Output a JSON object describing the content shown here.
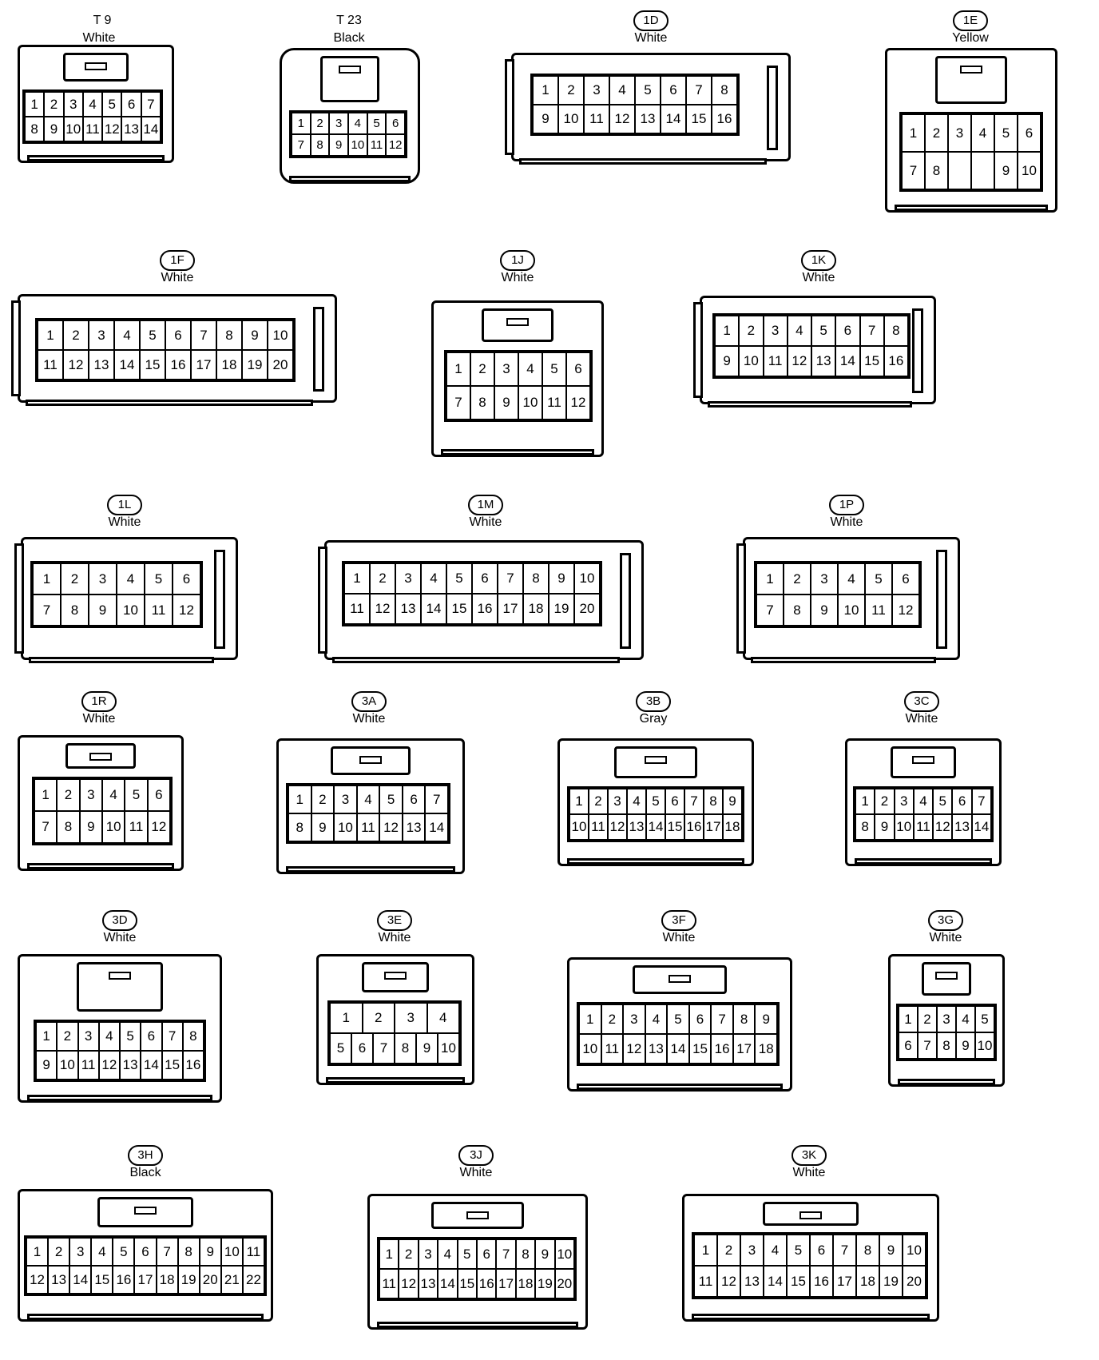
{
  "connectors": [
    {
      "id": "T 9",
      "plain": true,
      "color": "White",
      "rows": [
        [
          "1",
          "2",
          "3",
          "4",
          "5",
          "6",
          "7"
        ],
        [
          "8",
          "9",
          "10",
          "11",
          "12",
          "13",
          "14"
        ]
      ]
    },
    {
      "id": "T 23",
      "plain": true,
      "color": "Black",
      "rows": [
        [
          "1",
          "2",
          "3",
          "4",
          "5",
          "6"
        ],
        [
          "7",
          "8",
          "9",
          "10",
          "11",
          "12"
        ]
      ]
    },
    {
      "id": "1D",
      "plain": false,
      "color": "White",
      "rows": [
        [
          "1",
          "2",
          "3",
          "4",
          "5",
          "6",
          "7",
          "8"
        ],
        [
          "9",
          "10",
          "11",
          "12",
          "13",
          "14",
          "15",
          "16"
        ]
      ]
    },
    {
      "id": "1E",
      "plain": false,
      "color": "Yellow",
      "rows": [
        [
          "1",
          "2",
          "3",
          "4",
          "5",
          "6"
        ],
        [
          "7",
          "8",
          "",
          "",
          "9",
          "10"
        ]
      ]
    },
    {
      "id": "1F",
      "plain": false,
      "color": "White",
      "rows": [
        [
          "1",
          "2",
          "3",
          "4",
          "5",
          "6",
          "7",
          "8",
          "9",
          "10"
        ],
        [
          "11",
          "12",
          "13",
          "14",
          "15",
          "16",
          "17",
          "18",
          "19",
          "20"
        ]
      ]
    },
    {
      "id": "1J",
      "plain": false,
      "color": "White",
      "rows": [
        [
          "1",
          "2",
          "3",
          "4",
          "5",
          "6"
        ],
        [
          "7",
          "8",
          "9",
          "10",
          "11",
          "12"
        ]
      ]
    },
    {
      "id": "1K",
      "plain": false,
      "color": "White",
      "rows": [
        [
          "1",
          "2",
          "3",
          "4",
          "5",
          "6",
          "7",
          "8"
        ],
        [
          "9",
          "10",
          "11",
          "12",
          "13",
          "14",
          "15",
          "16"
        ]
      ]
    },
    {
      "id": "1L",
      "plain": false,
      "color": "White",
      "rows": [
        [
          "1",
          "2",
          "3",
          "4",
          "5",
          "6"
        ],
        [
          "7",
          "8",
          "9",
          "10",
          "11",
          "12"
        ]
      ]
    },
    {
      "id": "1M",
      "plain": false,
      "color": "White",
      "rows": [
        [
          "1",
          "2",
          "3",
          "4",
          "5",
          "6",
          "7",
          "8",
          "9",
          "10"
        ],
        [
          "11",
          "12",
          "13",
          "14",
          "15",
          "16",
          "17",
          "18",
          "19",
          "20"
        ]
      ]
    },
    {
      "id": "1P",
      "plain": false,
      "color": "White",
      "rows": [
        [
          "1",
          "2",
          "3",
          "4",
          "5",
          "6"
        ],
        [
          "7",
          "8",
          "9",
          "10",
          "11",
          "12"
        ]
      ]
    },
    {
      "id": "1R",
      "plain": false,
      "color": "White",
      "rows": [
        [
          "1",
          "2",
          "3",
          "4",
          "5",
          "6"
        ],
        [
          "7",
          "8",
          "9",
          "10",
          "11",
          "12"
        ]
      ]
    },
    {
      "id": "3A",
      "plain": false,
      "color": "White",
      "rows": [
        [
          "1",
          "2",
          "3",
          "4",
          "5",
          "6",
          "7"
        ],
        [
          "8",
          "9",
          "10",
          "11",
          "12",
          "13",
          "14"
        ]
      ]
    },
    {
      "id": "3B",
      "plain": false,
      "color": "Gray",
      "rows": [
        [
          "1",
          "2",
          "3",
          "4",
          "5",
          "6",
          "7",
          "8",
          "9"
        ],
        [
          "10",
          "11",
          "12",
          "13",
          "14",
          "15",
          "16",
          "17",
          "18"
        ]
      ]
    },
    {
      "id": "3C",
      "plain": false,
      "color": "White",
      "rows": [
        [
          "1",
          "2",
          "3",
          "4",
          "5",
          "6",
          "7"
        ],
        [
          "8",
          "9",
          "10",
          "11",
          "12",
          "13",
          "14"
        ]
      ]
    },
    {
      "id": "3D",
      "plain": false,
      "color": "White",
      "rows": [
        [
          "1",
          "2",
          "3",
          "4",
          "5",
          "6",
          "7",
          "8"
        ],
        [
          "9",
          "10",
          "11",
          "12",
          "13",
          "14",
          "15",
          "16"
        ]
      ]
    },
    {
      "id": "3E",
      "plain": false,
      "color": "White",
      "rows": [
        [
          "1",
          "2",
          "3",
          "4"
        ],
        [
          "5",
          "6",
          "7",
          "8",
          "9",
          "10"
        ]
      ]
    },
    {
      "id": "3F",
      "plain": false,
      "color": "White",
      "rows": [
        [
          "1",
          "2",
          "3",
          "4",
          "5",
          "6",
          "7",
          "8",
          "9"
        ],
        [
          "10",
          "11",
          "12",
          "13",
          "14",
          "15",
          "16",
          "17",
          "18"
        ]
      ]
    },
    {
      "id": "3G",
      "plain": false,
      "color": "White",
      "rows": [
        [
          "1",
          "2",
          "3",
          "4",
          "5"
        ],
        [
          "6",
          "7",
          "8",
          "9",
          "10"
        ]
      ]
    },
    {
      "id": "3H",
      "plain": false,
      "color": "Black",
      "rows": [
        [
          "1",
          "2",
          "3",
          "4",
          "5",
          "6",
          "7",
          "8",
          "9",
          "10",
          "11"
        ],
        [
          "12",
          "13",
          "14",
          "15",
          "16",
          "17",
          "18",
          "19",
          "20",
          "21",
          "22"
        ]
      ]
    },
    {
      "id": "3J",
      "plain": false,
      "color": "White",
      "rows": [
        [
          "1",
          "2",
          "3",
          "4",
          "5",
          "6",
          "7",
          "8",
          "9",
          "10"
        ],
        [
          "11",
          "12",
          "13",
          "14",
          "15",
          "16",
          "17",
          "18",
          "19",
          "20"
        ]
      ]
    },
    {
      "id": "3K",
      "plain": false,
      "color": "White",
      "rows": [
        [
          "1",
          "2",
          "3",
          "4",
          "5",
          "6",
          "7",
          "8",
          "9",
          "10"
        ],
        [
          "11",
          "12",
          "13",
          "14",
          "15",
          "16",
          "17",
          "18",
          "19",
          "20"
        ]
      ]
    }
  ]
}
